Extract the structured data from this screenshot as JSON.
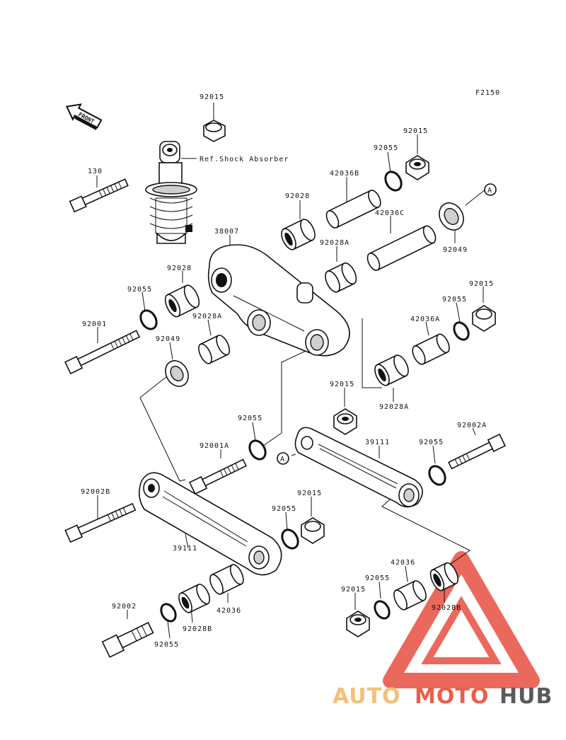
{
  "figure_code": "F2150",
  "front_label": "FRONT",
  "ref_label": "Ref.Shock Absorber",
  "callout_a": "A",
  "colors": {
    "brand_light": "#f3c07a",
    "brand_red": "#e8604c",
    "brand_dark": "#5a5a5a",
    "watermark": "#e85040"
  },
  "watermark": {
    "part1": "AUTO",
    "part2": "MOTO",
    "part3": "HUB"
  },
  "parts": {
    "p92015_top": "92015",
    "p130": "130",
    "p92015_r1": "92015",
    "p92055_r1": "92055",
    "p42036b": "42036B",
    "p92028_a": "92028",
    "p42036c": "42036C",
    "p92049": "92049",
    "p38007": "38007",
    "p92028a_1": "92028A",
    "p92028_b": "92028",
    "p92055_l1": "92055",
    "p92028a_2": "92028A",
    "p92001": "92001",
    "p92049_l": "92049",
    "p92015_r2": "92015",
    "p92055_r2": "92055",
    "p42036a": "42036A",
    "p92028a_3": "92028A",
    "p92015_m": "92015",
    "p92055_m": "92055",
    "p92002a": "92002A",
    "p92001a": "92001A",
    "p39111_r": "39111",
    "p92055_r3": "92055",
    "p92002b": "92002B",
    "p92055_m2": "92055",
    "p92015_m2": "92015",
    "p39111_l": "39111",
    "p42036_b": "42036",
    "p92055_b": "92055",
    "p92015_b": "92015",
    "p92028b_r": "92028B",
    "p92002": "92002",
    "p92028b_l": "92028B",
    "p42036_l": "42036",
    "p92055_bl": "92055"
  }
}
